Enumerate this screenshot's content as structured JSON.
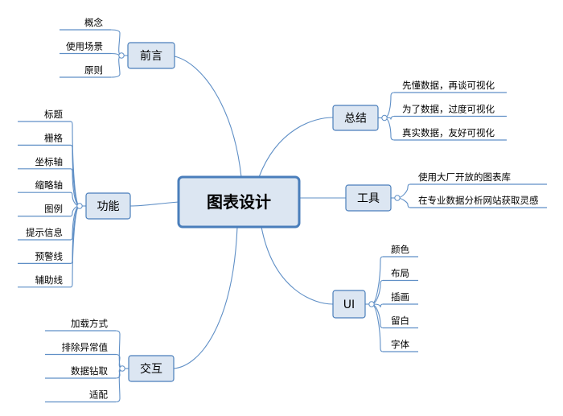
{
  "root": {
    "label": "图表设计"
  },
  "branches": {
    "preface": {
      "label": "前言",
      "items": [
        "概念",
        "使用场景",
        "原则"
      ]
    },
    "features": {
      "label": "功能",
      "items": [
        "标题",
        "栅格",
        "坐标轴",
        "缩略轴",
        "图例",
        "提示信息",
        "预警线",
        "辅助线"
      ]
    },
    "interaction": {
      "label": "交互",
      "items": [
        "加载方式",
        "排除异常值",
        "数据钻取",
        "适配"
      ]
    },
    "summary": {
      "label": "总结",
      "items": [
        "先懂数据，再谈可视化",
        "为了数据，过度可视化",
        "真实数据，友好可视化"
      ]
    },
    "tools": {
      "label": "工具",
      "items": [
        "使用大厂开放的图表库",
        "在专业数据分析网站获取灵感"
      ]
    },
    "ui": {
      "label": "UI",
      "items": [
        "颜色",
        "布局",
        "插画",
        "留白",
        "字体"
      ]
    }
  },
  "colors": {
    "line": "#5f8fc6",
    "node_fill": "#dce6f2",
    "node_border": "#4a7ebb"
  }
}
